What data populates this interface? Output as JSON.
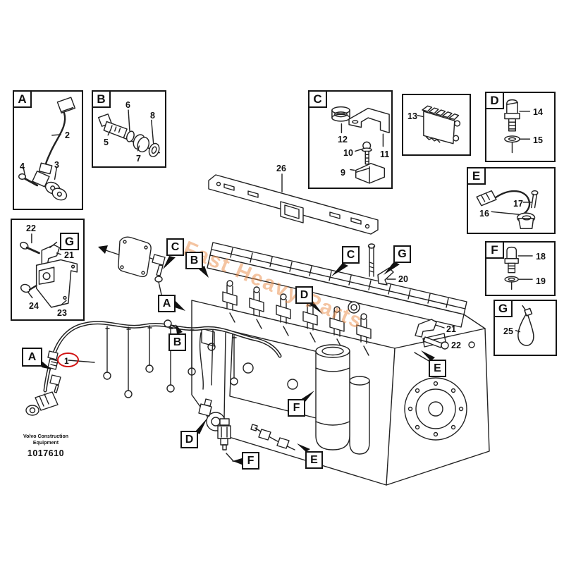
{
  "watermark": {
    "text": "Fast Heavy Parts"
  },
  "footer": {
    "line1": "Volvo Construction",
    "line2": "Equipment",
    "part_number": "1017610"
  },
  "highlight": {
    "label": "1"
  },
  "boxes": {
    "a": {
      "letter": "A",
      "p2": "2",
      "p3": "3",
      "p4": "4"
    },
    "b": {
      "letter": "B",
      "p5": "5",
      "p6": "6",
      "p7": "7",
      "p8": "8"
    },
    "c": {
      "letter": "C",
      "p9": "9",
      "p10": "10",
      "p11": "11",
      "p12": "12"
    },
    "m": {
      "p13": "13"
    },
    "d": {
      "letter": "D",
      "p14": "14",
      "p15": "15"
    },
    "e": {
      "letter": "E",
      "p16": "16",
      "p17": "17"
    },
    "f": {
      "letter": "F",
      "p18": "18",
      "p19": "19"
    },
    "gr": {
      "letter": "G",
      "p25": "25"
    },
    "gl": {
      "letter": "G",
      "p21": "21",
      "p22": "22",
      "p23": "23",
      "p24": "24"
    }
  },
  "main": {
    "p20": "20",
    "p21": "21",
    "p22": "22",
    "p26": "26",
    "callouts": {
      "c_left": "C",
      "b_left": "B",
      "a_left": "A",
      "b_mid": "B",
      "c_top": "C",
      "g_top": "G",
      "d_mid": "D",
      "e_right": "E",
      "f_filter": "F",
      "d_bottom": "D",
      "f_bottom": "F",
      "e_bottom": "E",
      "a_harness": "A"
    }
  }
}
